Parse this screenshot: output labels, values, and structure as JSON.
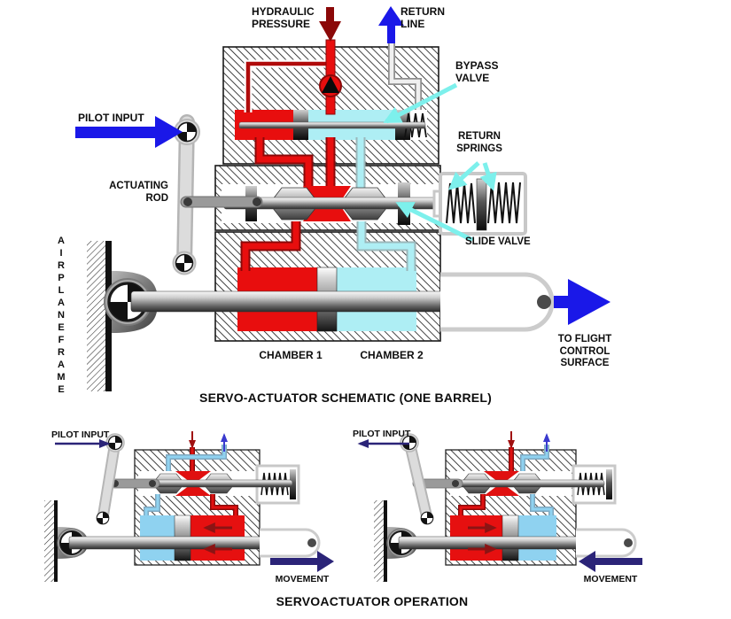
{
  "captions": {
    "main": "SERVO-ACTUATOR SCHEMATIC (ONE BARREL)",
    "operation": "SERVOACTUATOR OPERATION"
  },
  "schematic": {
    "hydraulic_pressure": {
      "line1": "HYDRAULIC",
      "line2": "PRESSURE"
    },
    "return_line": {
      "line1": "RETURN",
      "line2": "LINE"
    },
    "bypass_valve": {
      "line1": "BYPASS",
      "line2": "VALVE"
    },
    "pilot_input": "PILOT INPUT",
    "actuating_rod": {
      "line1": "ACTUATING",
      "line2": "ROD"
    },
    "return_springs": {
      "line1": "RETURN",
      "line2": "SPRINGS"
    },
    "slide_valve": "SLIDE VALVE",
    "airplane_frame": {
      "word1": "AIRPLANE",
      "word2": "FRAME"
    },
    "chamber_1": "CHAMBER 1",
    "chamber_2": "CHAMBER 2",
    "to_flight_control": {
      "line1": "TO FLIGHT",
      "line2": "CONTROL",
      "line3": "SURFACE"
    }
  },
  "operation": {
    "left": {
      "pilot_input": "PILOT INPUT",
      "movement": "MOVEMENT"
    },
    "right": {
      "pilot_input": "PILOT INPUT",
      "movement": "MOVEMENT"
    }
  },
  "colors": {
    "hydraulic_pressure_red": "#e80e0e",
    "dark_red": "#8b0808",
    "return_fluid_cyan": "#aeeef4",
    "operation_fluid_blue": "#8fd2f0",
    "callout_cyan": "#7df0ec",
    "input_arrow_blue": "#1a18e8",
    "movement_arrow_navy": "#2b2478"
  }
}
